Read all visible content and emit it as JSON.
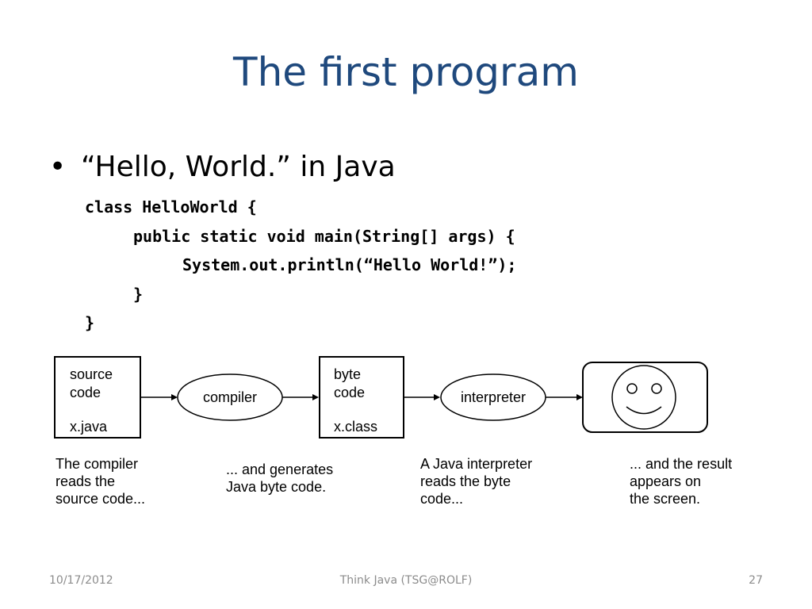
{
  "slide": {
    "title": "The first program",
    "bullet": "“Hello, World.” in Java",
    "code": [
      "class HelloWorld {",
      "public static void main(String[] args) {",
      "System.out.println(“Hello World!”);",
      "}",
      "}"
    ]
  },
  "diagram": {
    "source_box": [
      "source",
      "code",
      "x.java"
    ],
    "compiler": "compiler",
    "byte_box": [
      "byte",
      "code",
      "x.class"
    ],
    "interpreter": "interpreter",
    "screen_icon": "smiley-face-icon"
  },
  "captions": [
    "The compiler\nreads the\nsource code...",
    "... and generates\nJava byte code.",
    "A Java interpreter\nreads the byte\ncode...",
    "... and the result\nappears on\nthe screen."
  ],
  "footer": {
    "date": "10/17/2012",
    "center": "Think Java (TSG@ROLF)",
    "page": "27"
  },
  "colors": {
    "title": "#1f497d",
    "footer": "#8c8c8c"
  }
}
